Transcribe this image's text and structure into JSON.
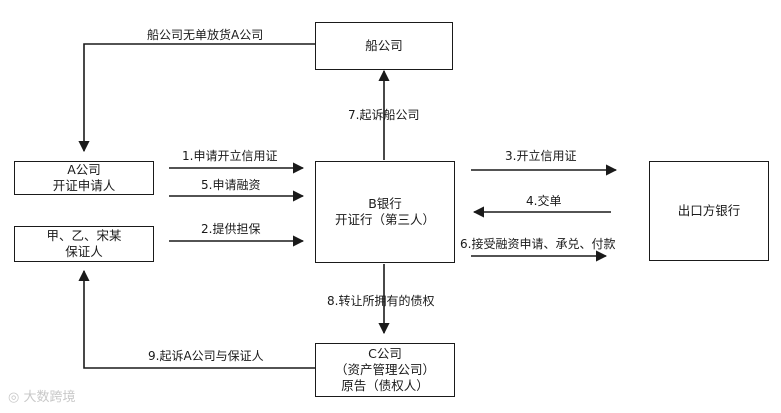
{
  "nodes": {
    "ship_company": {
      "line1": "船公司"
    },
    "company_a": {
      "line1": "A公司",
      "line2": "开证申请人"
    },
    "guarantors": {
      "line1": "甲、乙、宋某",
      "line2": "保证人"
    },
    "bank_b": {
      "line1": "B银行",
      "line2": "开证行（第三人）"
    },
    "export_bank": {
      "line1": "出口方银行"
    },
    "company_c": {
      "line1": "C公司",
      "line2": "（资产管理公司）",
      "line3": "原告（债权人）"
    }
  },
  "edges": {
    "ship_release": "船公司无单放货A公司",
    "step1": "1.申请开立信用证",
    "step2": "2.提供担保",
    "step3": "3.开立信用证",
    "step4": "4.交单",
    "step5": "5.申请融资",
    "step6": "6.接受融资申请、承兑、付款",
    "step7": "7.起诉船公司",
    "step8": "8.转让所拥有的债权",
    "step9": "9.起诉A公司与保证人"
  },
  "watermark": {
    "text": "大数跨境"
  },
  "colors": {
    "stroke": "#1a1a1a",
    "background": "#ffffff",
    "watermark": "#c8c8c8"
  }
}
